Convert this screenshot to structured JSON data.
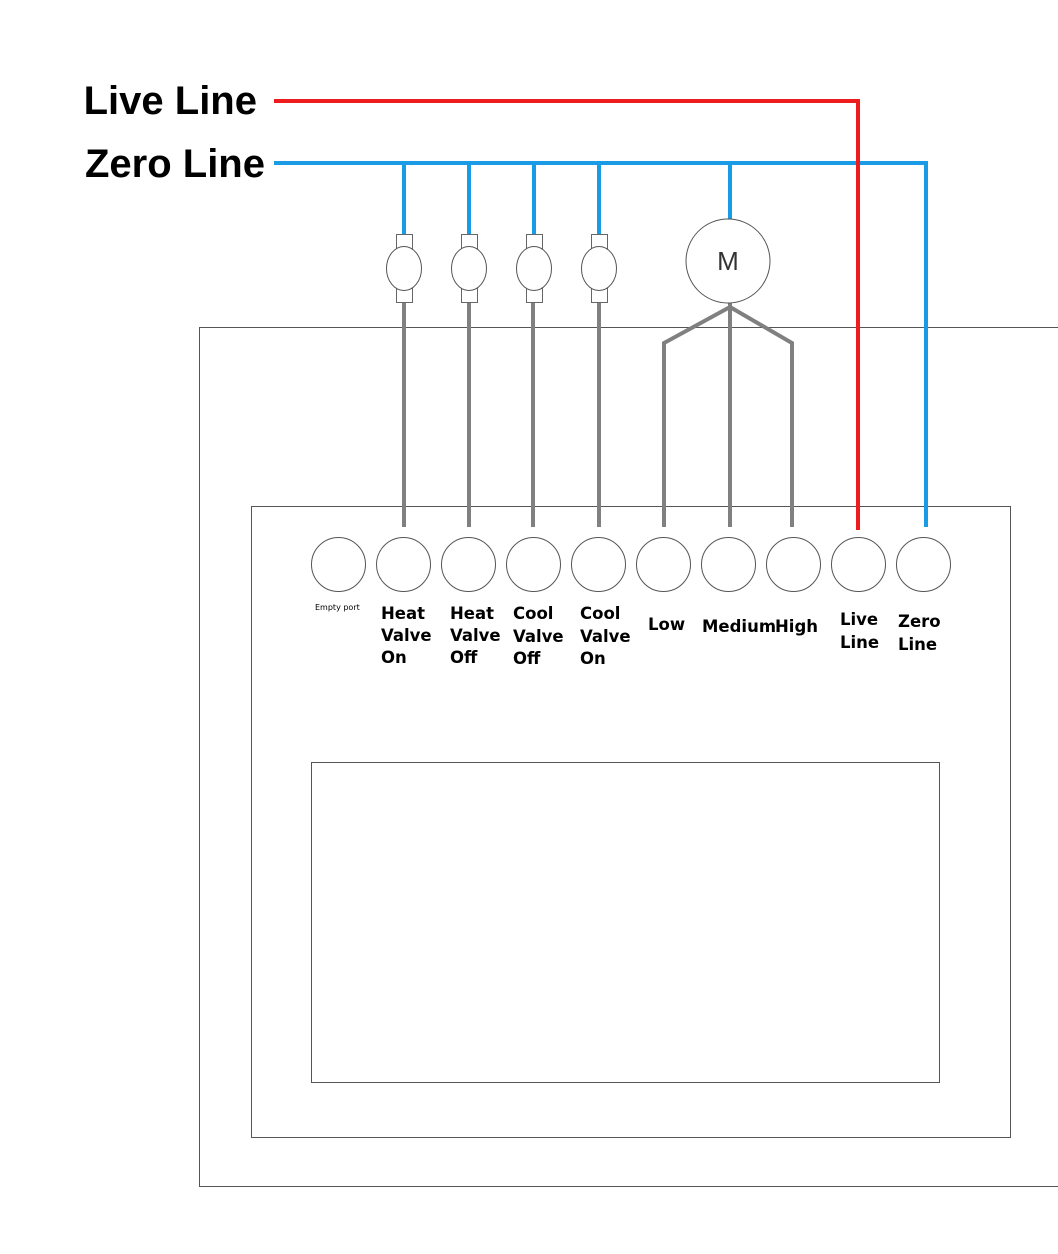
{
  "lines": {
    "live_label": "Live Line",
    "zero_label": "Zero Line",
    "live_color": "#ee1c1c",
    "zero_color": "#1a9be6",
    "signal_wire_color": "#808080"
  },
  "motor": {
    "label": "M"
  },
  "terminals": [
    {
      "id": "empty",
      "text_lines": [
        "Empty port"
      ]
    },
    {
      "id": "heat-valve-on",
      "text_lines": [
        "Heat",
        "Valve",
        "On"
      ]
    },
    {
      "id": "heat-valve-off",
      "text_lines": [
        "Heat",
        "Valve",
        "Off"
      ]
    },
    {
      "id": "cool-valve-off",
      "text_lines": [
        "Cool",
        "Valve",
        "Off"
      ]
    },
    {
      "id": "cool-valve-on",
      "text_lines": [
        "Cool",
        "Valve",
        "On"
      ]
    },
    {
      "id": "low",
      "text_lines": [
        "Low"
      ]
    },
    {
      "id": "medium",
      "text_lines": [
        "Medium"
      ]
    },
    {
      "id": "high",
      "text_lines": [
        "High"
      ]
    },
    {
      "id": "live-line",
      "text_lines": [
        "Live",
        "Line"
      ]
    },
    {
      "id": "zero-line",
      "text_lines": [
        "Zero",
        "Line"
      ]
    }
  ]
}
